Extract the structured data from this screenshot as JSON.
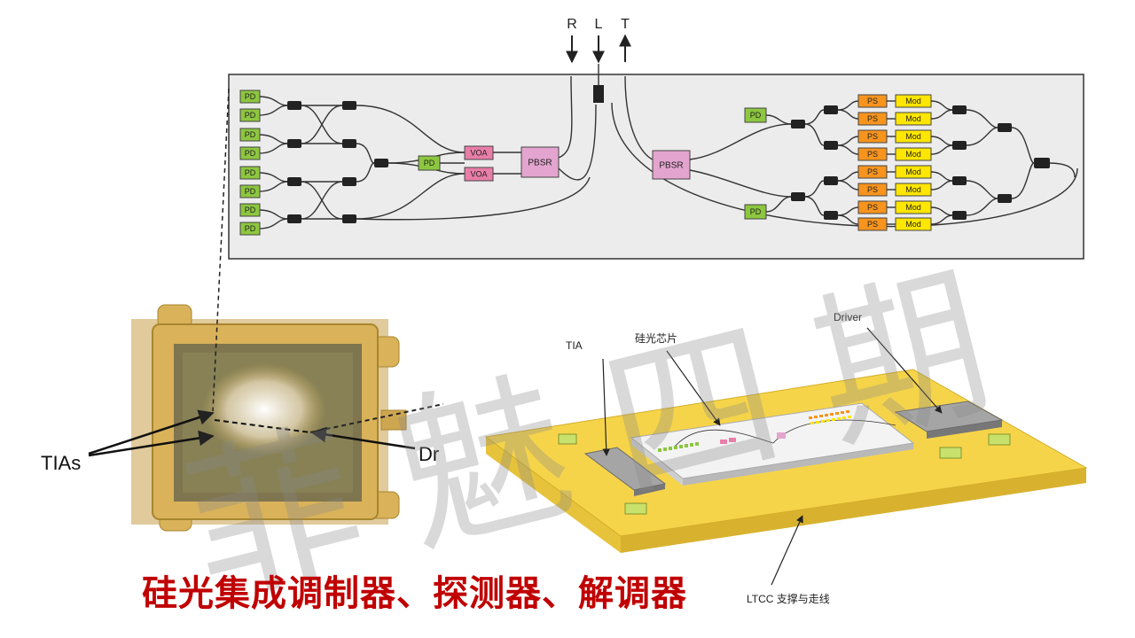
{
  "schematic": {
    "io_arrows": [
      {
        "label": "R",
        "direction": "down"
      },
      {
        "label": "L",
        "direction": "down"
      },
      {
        "label": "T",
        "direction": "up"
      }
    ],
    "rx": {
      "pd_count": 8,
      "pd_label": "PD",
      "voa_label": "VOA",
      "pbsr_label": "PBSR",
      "monitor_pd_label": "PD"
    },
    "tx": {
      "pbsr_label": "PBSR",
      "ps_label": "PS",
      "mod_label": "Mod",
      "lane_count": 8,
      "monitor_pd_label": "PD"
    }
  },
  "package_labels": {
    "tias": "TIAs",
    "dr": "Dr"
  },
  "module_labels": {
    "tia": "TIA",
    "chip": "硅光芯片",
    "driver": "Driver",
    "ltcc": "LTCC 支撑与走线"
  },
  "watermark": "菲 魅 四 期",
  "caption": "硅光集成调制器、探测器、解调器",
  "colors": {
    "pd": "#8dc63f",
    "voa": "#e87ea8",
    "pbsr": "#e3a5cf",
    "ps": "#f7941d",
    "mod": "#ffe600",
    "coupler": "#222222",
    "substrate": "#f6d44a",
    "package": "#d9b25a",
    "caption": "#c00000"
  }
}
